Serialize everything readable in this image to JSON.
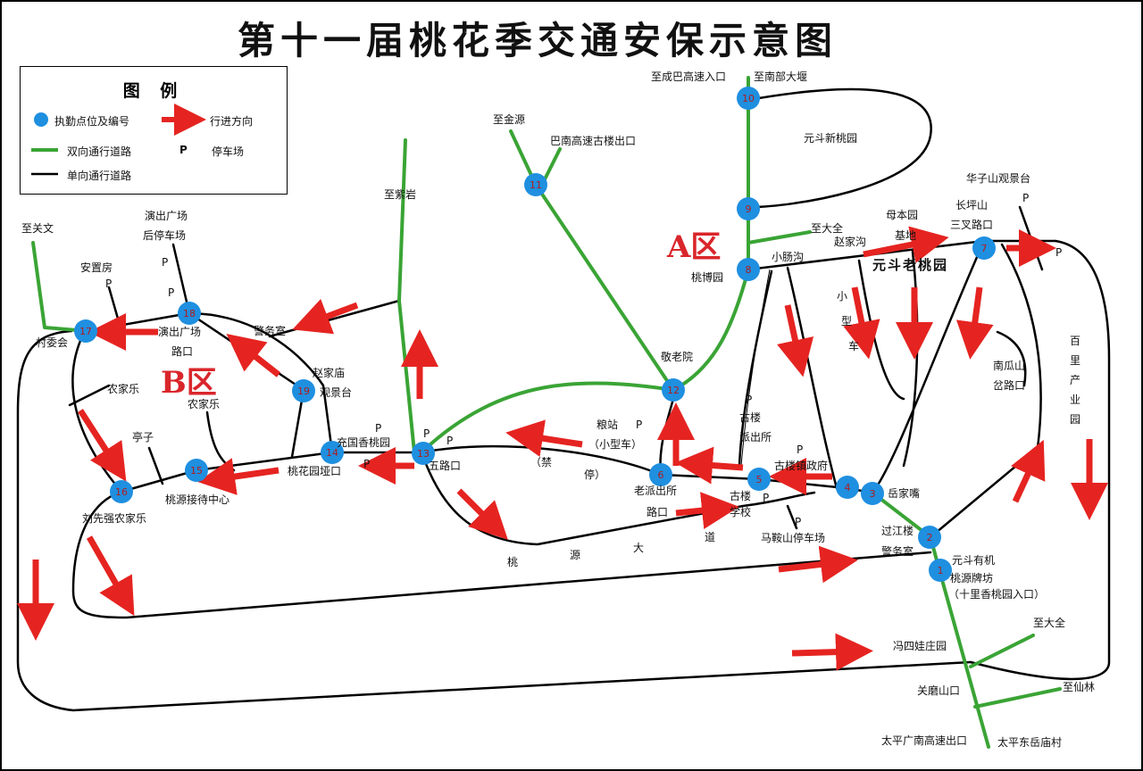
{
  "title": "第十一届桃花季交通安保示意图",
  "legend": {
    "title": "图 例",
    "post": "执勤点位及编号",
    "direction": "行进方向",
    "two_way": "双向通行道路",
    "parking_symbol": "P",
    "parking": "停车场",
    "one_way": "单向通行道路"
  },
  "colors": {
    "green_road": "#3aa435",
    "black_road": "#000000",
    "arrow": "#e52421",
    "post": "#1f8fe0",
    "post_number": "#b01c1c",
    "zone": "#d9262b"
  },
  "zones": {
    "a": "A区",
    "b": "B区"
  },
  "posts": [
    "1",
    "2",
    "3",
    "4",
    "5",
    "6",
    "7",
    "8",
    "9",
    "10",
    "11",
    "12",
    "13",
    "14",
    "15",
    "16",
    "17",
    "18",
    "19"
  ],
  "labels": {
    "to_chengba": "至成巴高速入口",
    "to_nanbu": "至南部大堰",
    "yuandou_new": "元斗新桃园",
    "to_jinyuan": "至金源",
    "banan_gulou": "巴南高速古楼出口",
    "to_ziyan": "至紫岩",
    "to_daquan_top": "至大全",
    "mubenyuan": "母本园",
    "jidi": "基地",
    "zhaojiagou": "赵家沟",
    "yuandou_old": "元斗老桃园",
    "huazishan": "华子山观景台",
    "changpingshan": "长坪山",
    "sancha": "三叉路口",
    "taobo": "桃博园",
    "xiaochanggou": "小肠沟",
    "xiao": "小",
    "xing": "型",
    "che": "车",
    "to_guanwen": "至关文",
    "yanchu_ground": "演出广场",
    "houtingchechang": "后停车场",
    "anzhifang": "安置房",
    "jingwushi_top": "警务室",
    "cunweihui": "村委会",
    "yanchu_road1": "演出广场",
    "yanchu_road2": "路口",
    "zhaojiamiao": "赵家庙",
    "guanjingtai": "观景台",
    "nongjiale_left": "农家乐",
    "nongjiale_mid": "农家乐",
    "jinglaoyuan": "敬老院",
    "baili1": "百",
    "baili2": "里",
    "baili3": "产",
    "baili4": "业",
    "baili5": "园",
    "nangua1": "南瓜山",
    "nangua2": "岔路口",
    "gulou_police1": "古楼",
    "gulou_police2": "派出所",
    "liangzhan": "粮站",
    "xiaoxingche": "（小型车）",
    "jin": "（禁",
    "ting": "停）",
    "tingzi": "亭子",
    "chongguo": "充国香桃园",
    "taohuayuan": "桃花园垭口",
    "wulukou": "五路口",
    "gulou_gov": "古楼镇政府",
    "yuejiazui": "岳家嘴",
    "laopaichusuo": "老派出所",
    "lukou": "路口",
    "gulou_school1": "古楼",
    "gulou_school2": "学校",
    "maanshan": "马鞍山停车场",
    "guojianglou": "过江楼",
    "jingwushi_right": "警务室",
    "yuandou_youji": "元斗有机",
    "taoyuan_paifang": "桃源牌坊",
    "shili": "（十里香桃园入口）",
    "taoyuan_center": "桃源接待中心",
    "liuxianqiang": "刘先强农家乐",
    "road1": "桃",
    "road2": "源",
    "road3": "大",
    "road4": "道",
    "fengsiwa": "冯四娃庄园",
    "to_daquan_bottom": "至大全",
    "guanmoshan": "关磨山口",
    "to_xianlin": "至仙林",
    "taiping_exit": "太平广南高速出口",
    "taiping_village": "太平东岳庙村",
    "parking": "P"
  }
}
